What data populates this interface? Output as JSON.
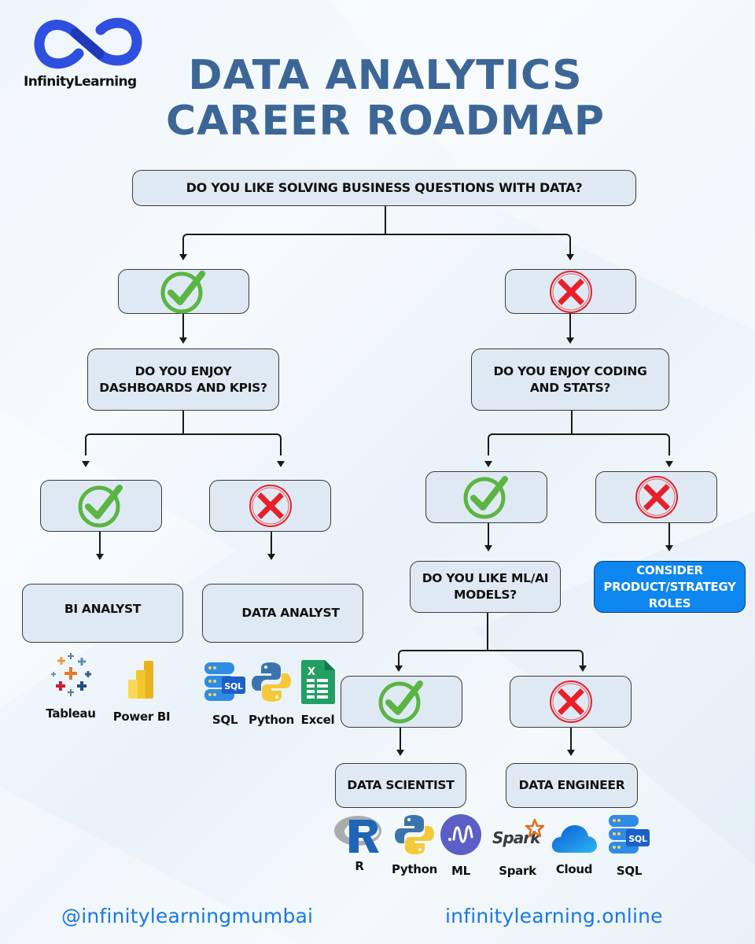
{
  "brand": {
    "logo_icon": "infinity-icon",
    "name": "InfinityLearning"
  },
  "title": {
    "line1": "DATA ANALYTICS",
    "line2": "CAREER ROADMAP"
  },
  "colors": {
    "title": "#3c6696",
    "box_fill": "#dfe9f3",
    "box_border": "#3a3a3a",
    "highlight_fill": "#0d86f0",
    "check_green": "#5ab543",
    "cross_red": "#e8202a",
    "footer_link": "#1a78e6"
  },
  "flowchart": {
    "q1": "DO YOU LIKE SOLVING BUSINESS QUESTIONS WITH DATA?",
    "q1_yes_icon": "check-circle-icon",
    "q1_no_icon": "cross-circle-icon",
    "q2_left": {
      "line1": "DO YOU ENJOY",
      "line2": "DASHBOARDS AND KPIS?"
    },
    "q2_right": {
      "line1": "DO YOU ENJOY CODING",
      "line2": "AND STATS?"
    },
    "q3": {
      "line1": "DO YOU LIKE ML/AI",
      "line2": "MODELS?"
    },
    "outcomes": {
      "bi_analyst": "BI ANALYST",
      "data_analyst": "DATA ANALYST",
      "data_scientist": "DATA SCIENTIST",
      "data_engineer": "DATA ENGINEER",
      "product_strategy": {
        "line1": "CONSIDER",
        "line2": "PRODUCT/STRATEGY",
        "line3": "ROLES"
      }
    }
  },
  "tools": {
    "bi_analyst": [
      {
        "icon": "tableau-icon",
        "label": "Tableau"
      },
      {
        "icon": "power-bi-icon",
        "label": "Power BI"
      }
    ],
    "data_analyst": [
      {
        "icon": "sql-database-icon",
        "label": "SQL"
      },
      {
        "icon": "python-icon",
        "label": "Python"
      },
      {
        "icon": "excel-icon",
        "label": "Excel"
      }
    ],
    "data_scientist": [
      {
        "icon": "r-language-icon",
        "label": "R"
      },
      {
        "icon": "python-icon",
        "label": "Python"
      },
      {
        "icon": "ml-icon",
        "label": "ML"
      }
    ],
    "data_engineer": [
      {
        "icon": "spark-icon",
        "label": "Spark"
      },
      {
        "icon": "cloud-icon",
        "label": "Cloud"
      },
      {
        "icon": "sql-database-icon",
        "label": "SQL"
      }
    ]
  },
  "footer": {
    "handle": "@infinitylearningmumbai",
    "website": "infinitylearning.online"
  }
}
